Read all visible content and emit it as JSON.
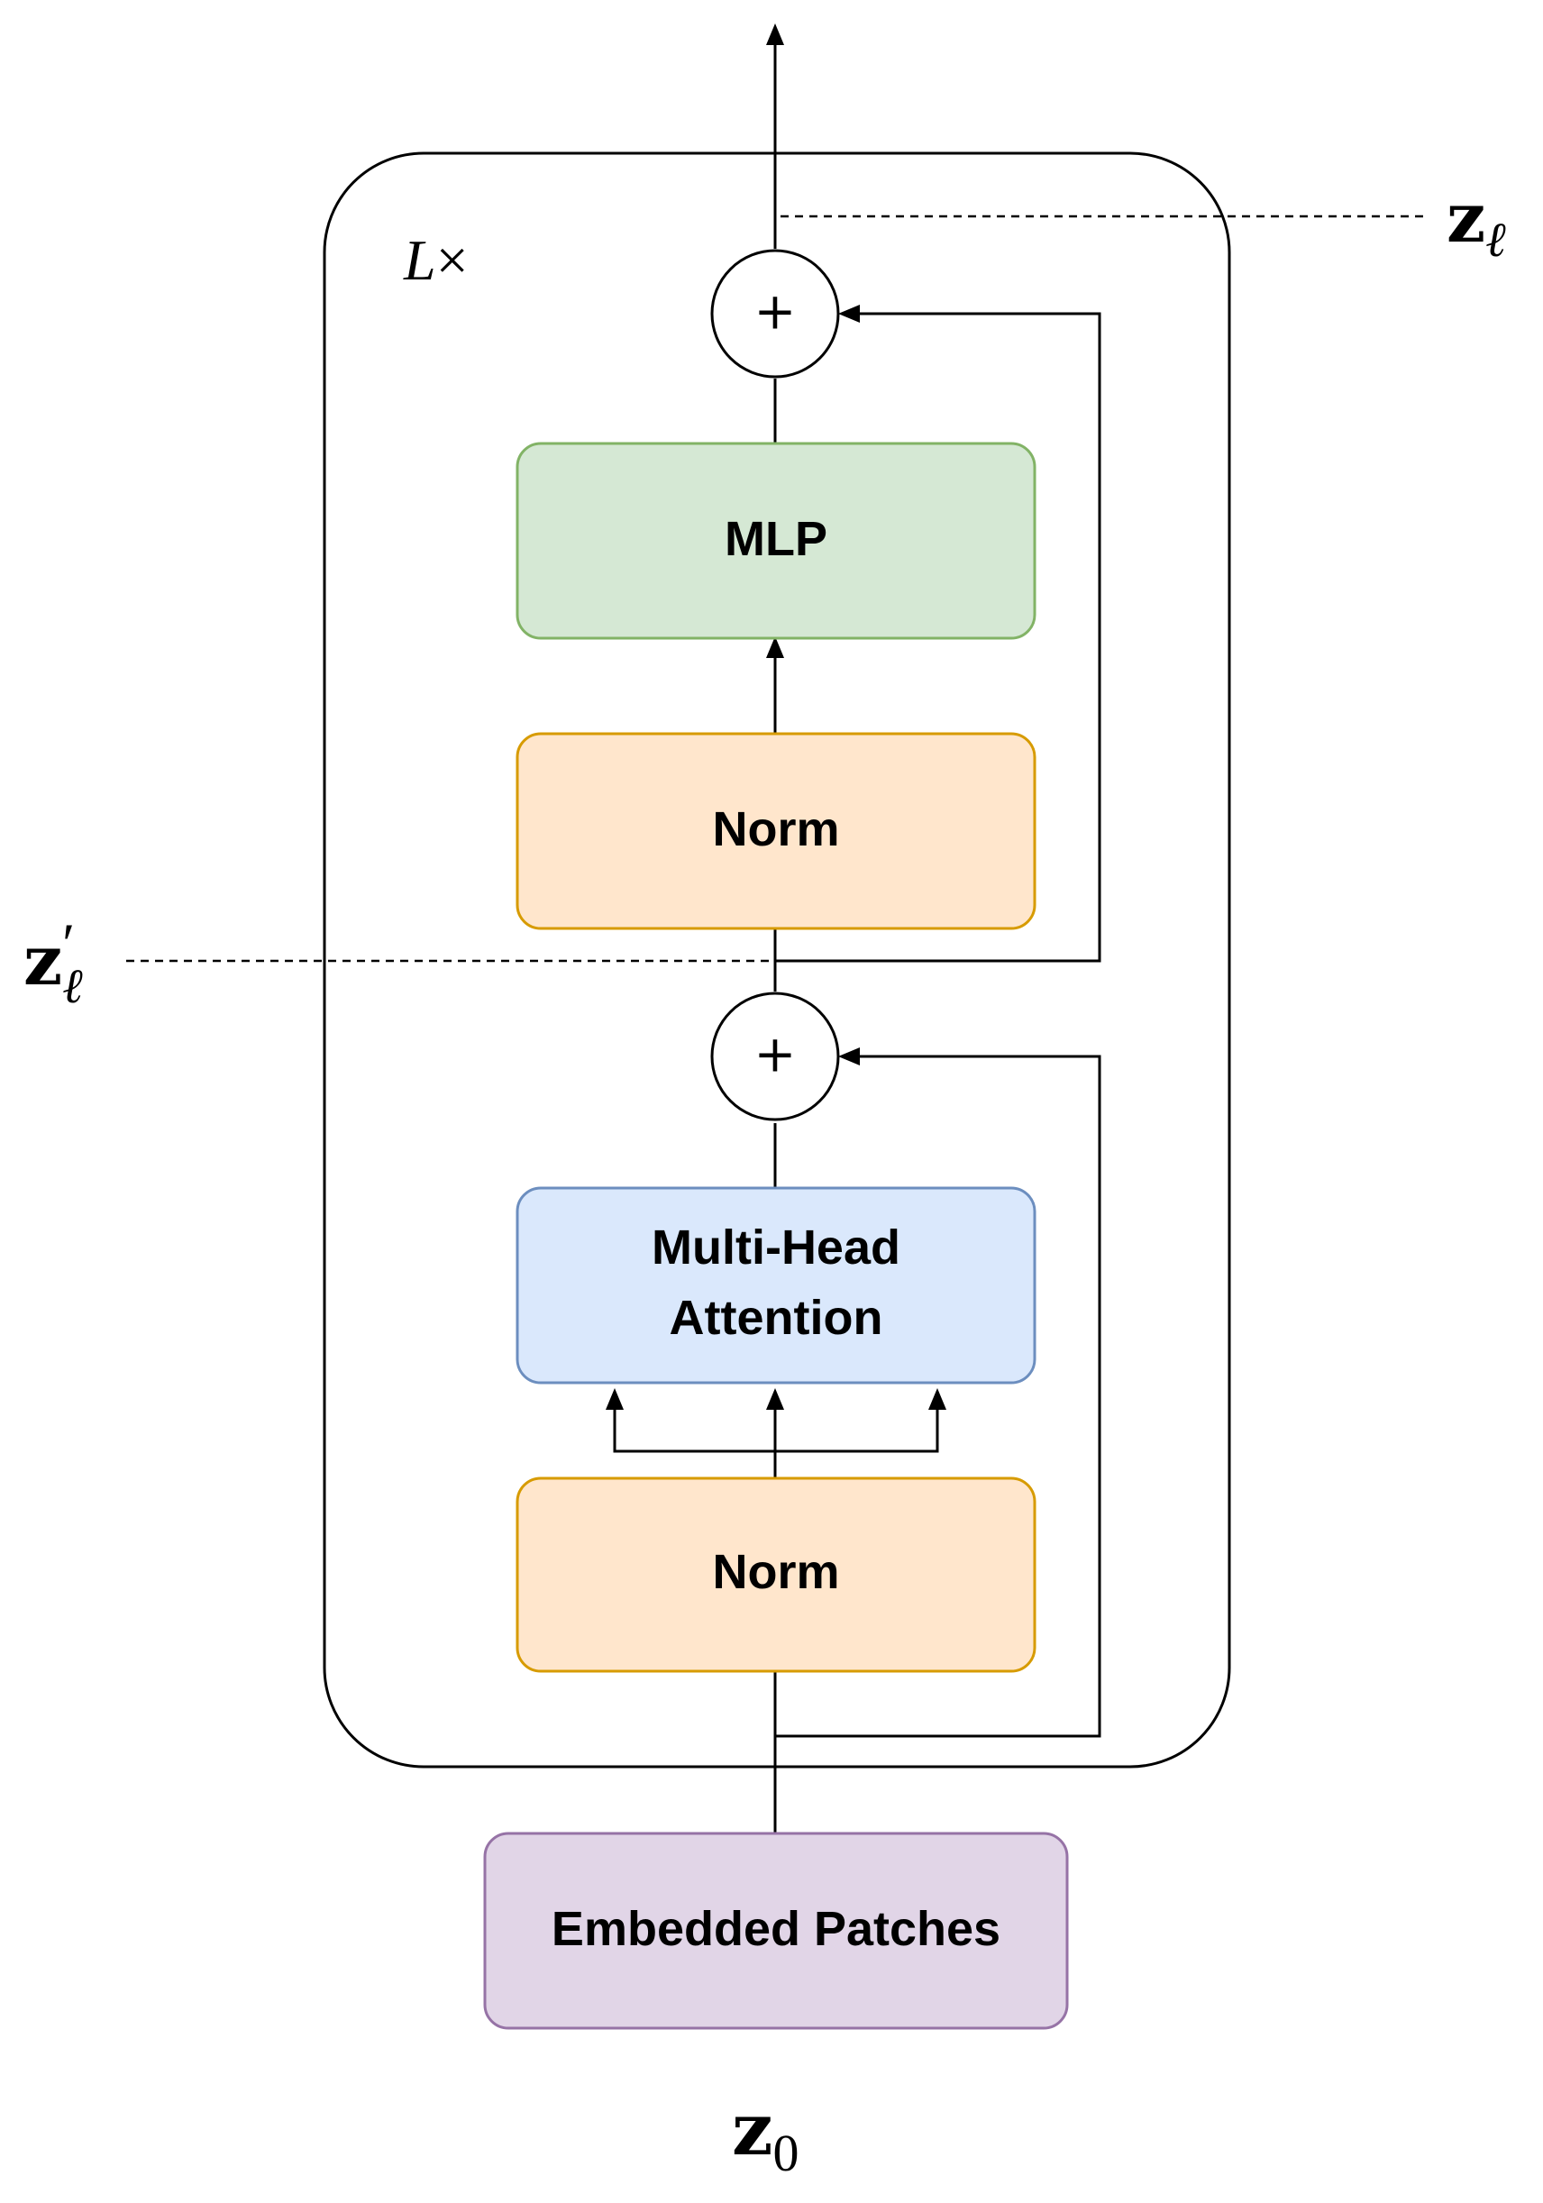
{
  "diagram": {
    "repeat_label": {
      "symbol": "L",
      "times": "×"
    },
    "output_label": {
      "base": "z",
      "subscript": "ℓ"
    },
    "intermediate_label": {
      "base": "z",
      "prime": "′",
      "subscript": "ℓ"
    },
    "input_label": {
      "base": "z",
      "subscript": "0"
    },
    "blocks": {
      "mlp": {
        "label": "MLP",
        "fill": "#d5e8d4",
        "stroke": "#82b366"
      },
      "norm_top": {
        "label": "Norm",
        "fill": "#ffe6cc",
        "stroke": "#d79b00"
      },
      "attention": {
        "line1": "Multi-Head",
        "line2": "Attention",
        "fill": "#dae8fc",
        "stroke": "#6c8ebf"
      },
      "norm_bottom": {
        "label": "Norm",
        "fill": "#ffe6cc",
        "stroke": "#d79b00"
      },
      "embedded_patches": {
        "label": "Embedded Patches",
        "fill": "#e1d5e7",
        "stroke": "#9673a6"
      }
    },
    "adders": {
      "top": {
        "symbol": "+"
      },
      "bottom": {
        "symbol": "+"
      }
    }
  }
}
